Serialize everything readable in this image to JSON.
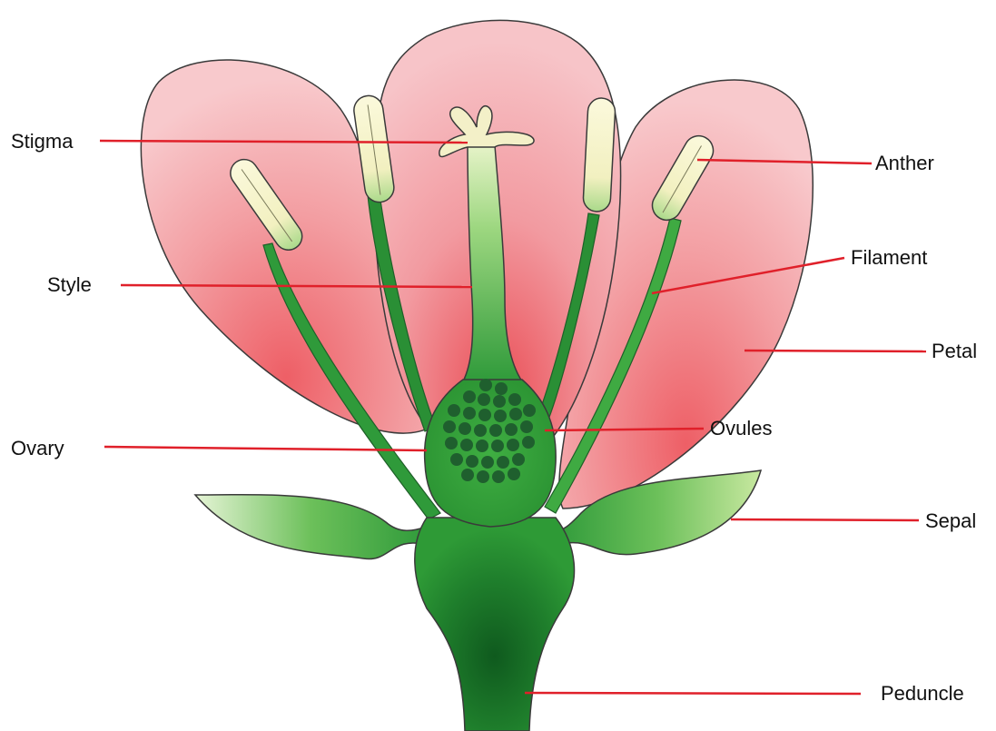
{
  "labels": {
    "stigma": "Stigma",
    "style": "Style",
    "ovary": "Ovary",
    "anther": "Anther",
    "filament": "Filament",
    "petal": "Petal",
    "ovules": "Ovules",
    "sepal": "Sepal",
    "peduncle": "Peduncle"
  },
  "colors": {
    "leader_line": "#e0202a",
    "petal_light": "#f7c6c9",
    "petal_dark": "#ee6b70",
    "green_dark": "#1f7a2e",
    "green_mid": "#3aa63a",
    "green_light": "#8fd27a",
    "anther": "#f5f3c8",
    "outline": "#3a3a3a"
  }
}
